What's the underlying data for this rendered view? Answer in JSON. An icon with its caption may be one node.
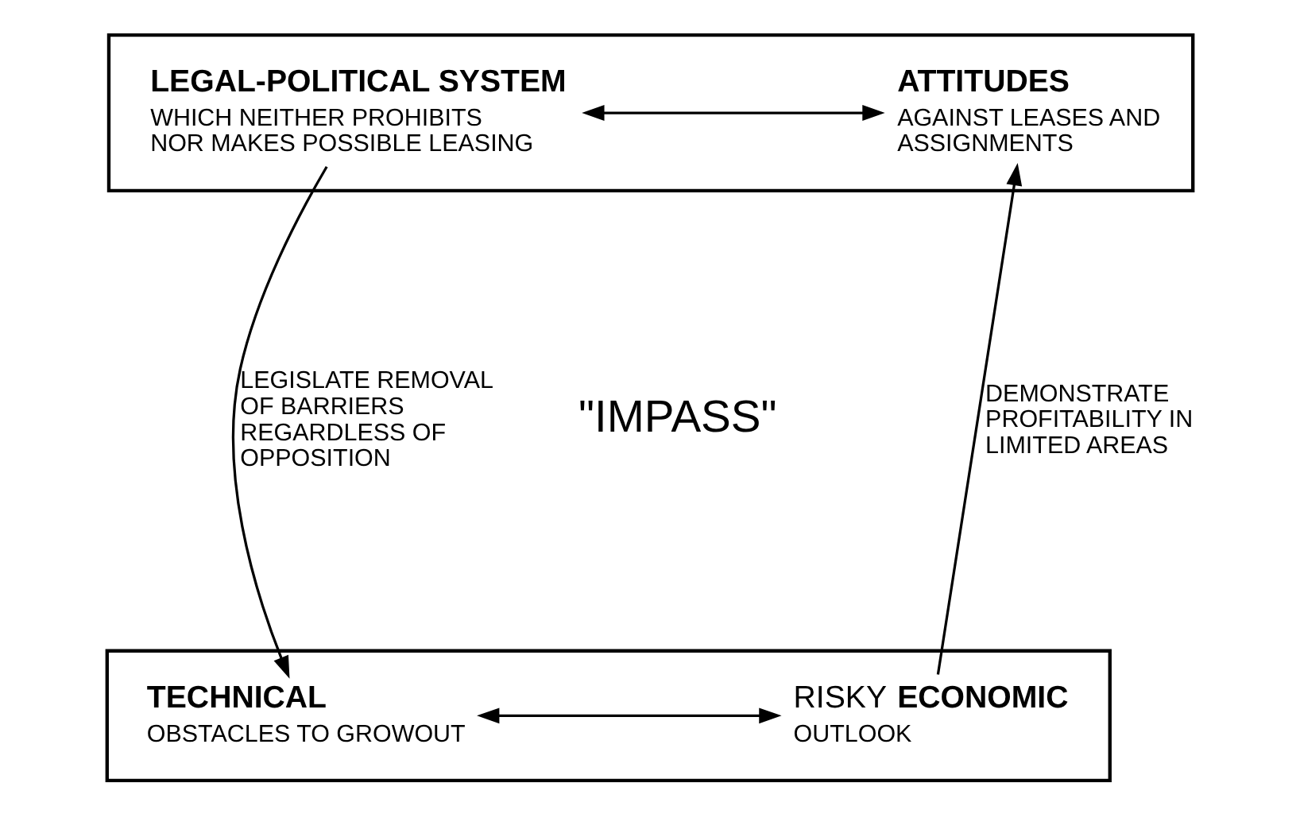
{
  "diagram": {
    "nodes": [
      {
        "text": [],
        "shape": "box"
      },
      {
        "text": [
          "LEGAL-POLITICAL SYSTEM",
          "WHICH NEITHER PROHIBITS NOR MAKES POSSIBLE LEASING"
        ],
        "in": 0
      },
      {
        "text": [
          "ATTITUDES",
          "AGAINST LEASES AND ASSIGNMENTS"
        ],
        "in": 0
      },
      {
        "text": [],
        "shape": "box"
      },
      {
        "text": [
          "TECHNICAL",
          "OBSTACLES TO GROWOUT"
        ],
        "in": 3
      },
      {
        "text": [
          "RISKY **ECONOMIC**",
          "OUTLOOK"
        ],
        "in": 3
      }
    ],
    "edges": [
      {
        "from": 1,
        "to": 2,
        "arrow": "both"
      },
      {
        "from": 1,
        "to": 4,
        "arrow": "to",
        "label": "LEGISLATE REMOVAL OF BARRIERS REGARDLESS OF OPPOSITION"
      },
      {
        "from": 5,
        "to": 2,
        "arrow": "to",
        "label": "DEMONSTRATE PROFITABILITY IN LIMITED AREAS"
      },
      {
        "from": 4,
        "to": 5,
        "arrow": "both"
      }
    ],
    "labels": [
      "\"IMPASS\""
    ]
  }
}
